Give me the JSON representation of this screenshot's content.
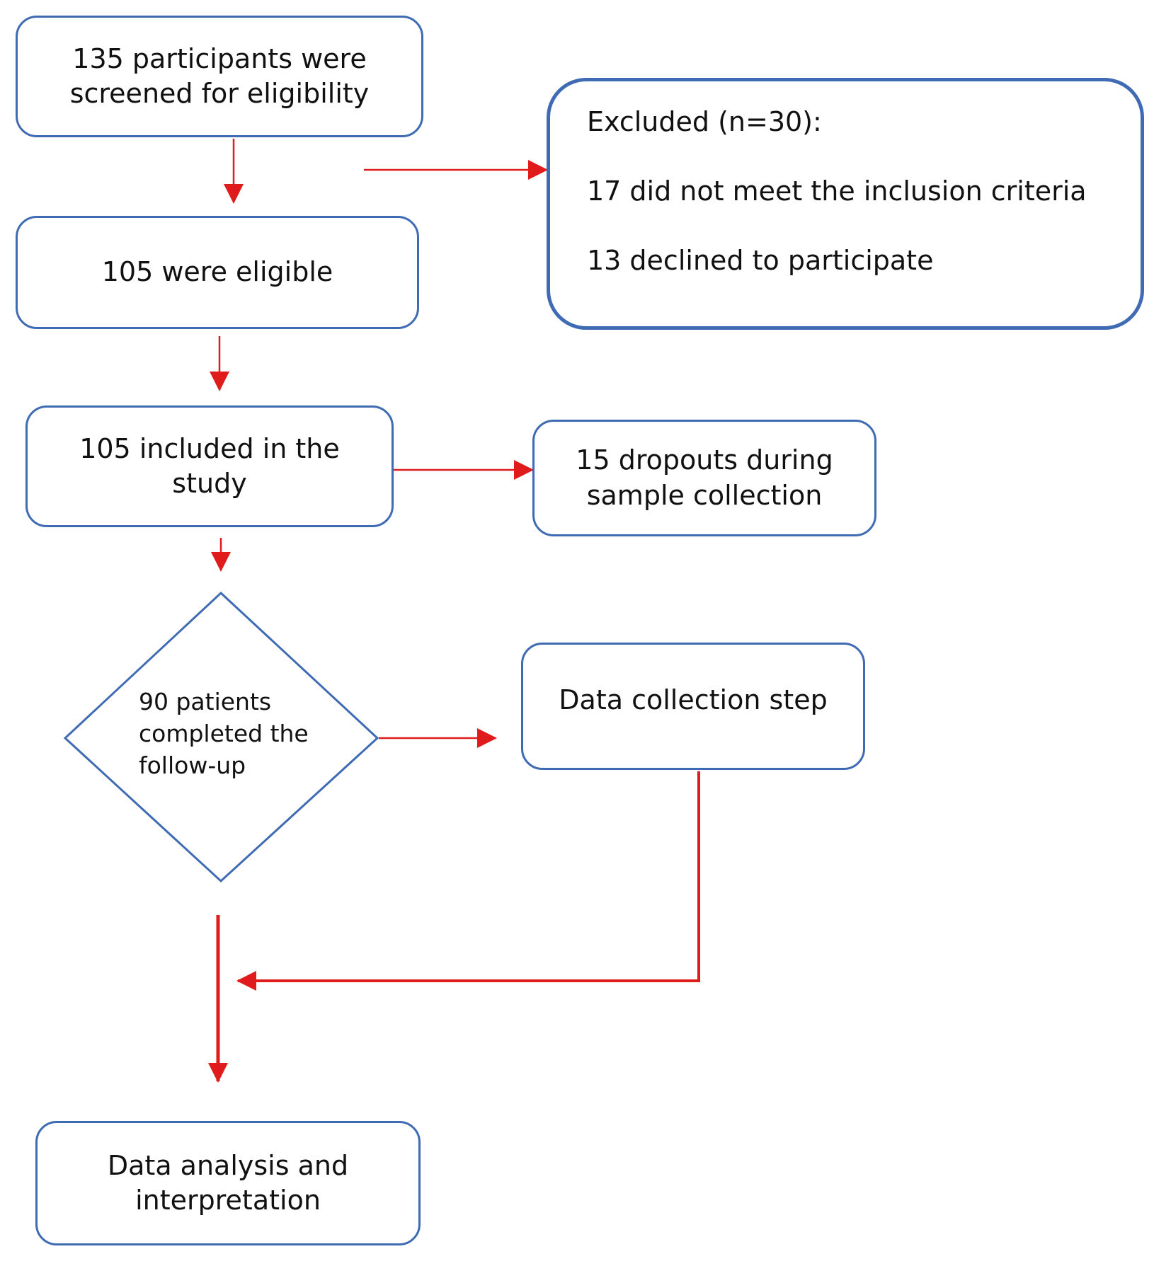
{
  "colors": {
    "box_border": "#3e6bb3",
    "arrow": "#e01b1b",
    "text": "#111111"
  },
  "nodes": {
    "screened": {
      "lines": [
        "135 participants were",
        "screened for eligibility"
      ]
    },
    "eligible": {
      "lines": [
        "105 were eligible"
      ]
    },
    "excluded": {
      "title": "Excluded (n=30):",
      "reasons": [
        "17 did not meet the inclusion criteria",
        "13 declined to participate"
      ]
    },
    "included": {
      "lines": [
        "105 included in the",
        "study"
      ]
    },
    "dropouts": {
      "lines": [
        "15 dropouts during",
        "sample collection"
      ]
    },
    "completed": {
      "lines": [
        "90 patients",
        "completed the",
        "follow-up"
      ]
    },
    "data_collection": {
      "lines": [
        "Data collection step"
      ]
    },
    "analysis": {
      "lines": [
        "Data analysis and",
        "interpretation"
      ]
    }
  }
}
